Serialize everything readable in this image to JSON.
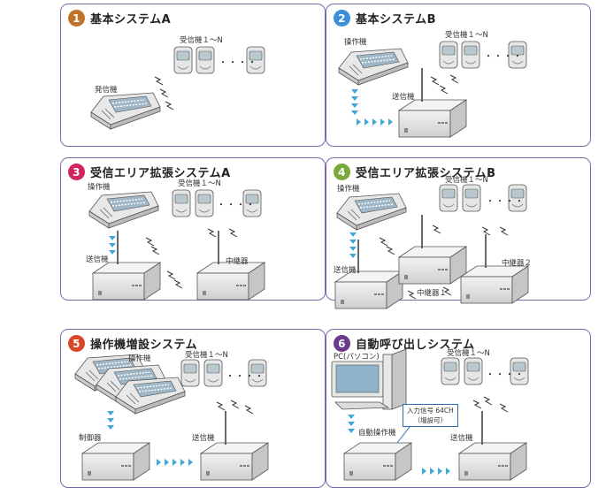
{
  "panels": [
    {
      "number": "1",
      "title": "基本システムA",
      "color": "#c0712a",
      "labels": {
        "receivers": "受信機１～N",
        "transmitter_console": "発信機"
      }
    },
    {
      "number": "2",
      "title": "基本システムB",
      "color": "#3a8fd6",
      "labels": {
        "console": "操作機",
        "receivers": "受信機１～N",
        "transmitter": "送信機"
      }
    },
    {
      "number": "3",
      "title": "受信エリア拡張システムA",
      "color": "#d2245c",
      "labels": {
        "console": "操作機",
        "receivers": "受信機１～N",
        "transmitter": "送信機",
        "repeater": "中継器"
      }
    },
    {
      "number": "4",
      "title": "受信エリア拡張システムB",
      "color": "#7aa83a",
      "labels": {
        "console": "操作機",
        "receivers": "受信機１～N",
        "transmitter": "送信機",
        "repeater1": "中継器１",
        "repeater2": "中継器２"
      }
    },
    {
      "number": "5",
      "title": "操作機増設システム",
      "color": "#d84828",
      "labels": {
        "console": "操作機",
        "receivers": "受信機１～N",
        "controller": "制御器",
        "transmitter": "送信機"
      }
    },
    {
      "number": "6",
      "title": "自動呼び出しシステム",
      "color": "#6a3a8a",
      "labels": {
        "pc": "PC(パソコン)",
        "receivers": "受信機１～N",
        "auto_console": "自動操作機",
        "transmitter": "送信機",
        "input_line1": "入力信号 64CH",
        "input_line2": "（増設可）"
      }
    }
  ],
  "ellipsis": "・・・・",
  "colors": {
    "border": "#7a6aa8",
    "arrow": "#3fa9d8"
  }
}
